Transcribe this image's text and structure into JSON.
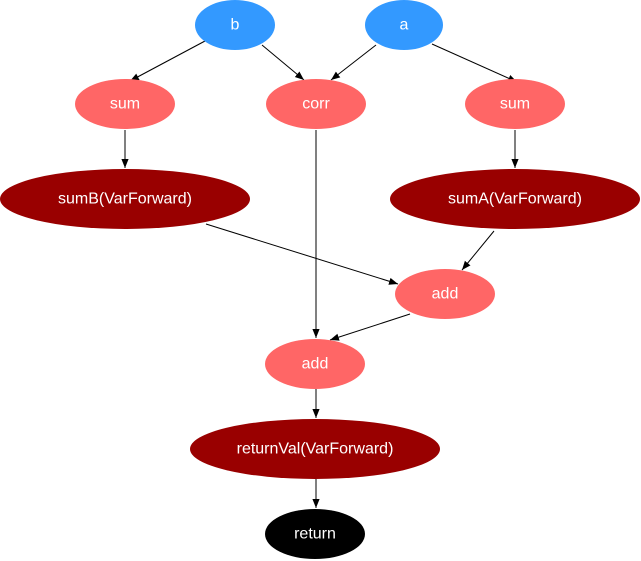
{
  "colors": {
    "input": "#3399FF",
    "op": "#FF6666",
    "forward": "#990000",
    "return": "#000000",
    "edge": "#000000",
    "label": "#FFFFFF"
  },
  "nodes": {
    "b": {
      "label": "b",
      "kind": "input"
    },
    "a": {
      "label": "a",
      "kind": "input"
    },
    "sum_b": {
      "label": "sum",
      "kind": "op"
    },
    "corr": {
      "label": "corr",
      "kind": "op"
    },
    "sum_a": {
      "label": "sum",
      "kind": "op"
    },
    "sumB": {
      "label": "sumB(VarForward)",
      "kind": "forward"
    },
    "sumA": {
      "label": "sumA(VarForward)",
      "kind": "forward"
    },
    "add_1": {
      "label": "add",
      "kind": "op"
    },
    "add_2": {
      "label": "add",
      "kind": "op"
    },
    "returnVal": {
      "label": "returnVal(VarForward)",
      "kind": "forward"
    },
    "return": {
      "label": "return",
      "kind": "return"
    }
  },
  "edges": [
    {
      "from": "b",
      "to": "sum_b"
    },
    {
      "from": "b",
      "to": "corr"
    },
    {
      "from": "a",
      "to": "corr"
    },
    {
      "from": "a",
      "to": "sum_a"
    },
    {
      "from": "sum_b",
      "to": "sumB"
    },
    {
      "from": "sum_a",
      "to": "sumA"
    },
    {
      "from": "sumB",
      "to": "add_1"
    },
    {
      "from": "sumA",
      "to": "add_1"
    },
    {
      "from": "corr",
      "to": "add_2"
    },
    {
      "from": "add_1",
      "to": "add_2"
    },
    {
      "from": "add_2",
      "to": "returnVal"
    },
    {
      "from": "returnVal",
      "to": "return"
    }
  ]
}
